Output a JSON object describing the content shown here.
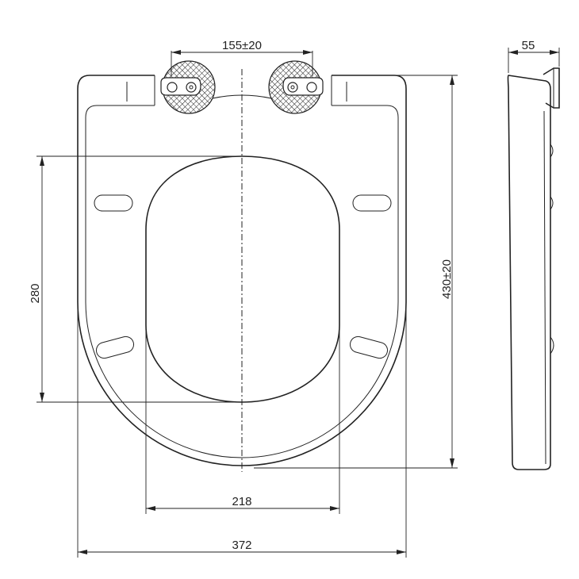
{
  "dimensions": {
    "hinge_spacing": "155±20",
    "side_depth": "55",
    "inner_length": "280",
    "overall_length": "430±20",
    "inner_width": "218",
    "overall_width": "372"
  }
}
